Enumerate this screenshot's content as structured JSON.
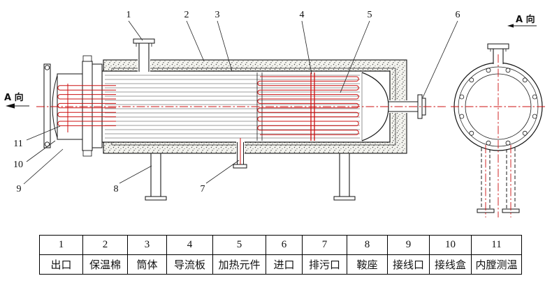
{
  "drawing": {
    "side_view_direction_label": "A 向",
    "end_view_title": "A 向"
  },
  "callouts": {
    "n1": "1",
    "n2": "2",
    "n3": "3",
    "n4": "4",
    "n5": "5",
    "n6": "6",
    "n7": "7",
    "n8": "8",
    "n9": "9",
    "n10": "10",
    "n11": "11"
  },
  "parts_table": {
    "numbers": [
      "1",
      "2",
      "3",
      "4",
      "5",
      "6",
      "7",
      "8",
      "9",
      "10",
      "11"
    ],
    "labels": [
      "出口",
      "保温棉",
      "筒体",
      "导流板",
      "加热元件",
      "进口",
      "排污口",
      "鞍座",
      "接线口",
      "接线盒",
      "内膛测温"
    ]
  },
  "colors": {
    "element_red": "#cc1010",
    "line_black": "#1a1a1a"
  }
}
